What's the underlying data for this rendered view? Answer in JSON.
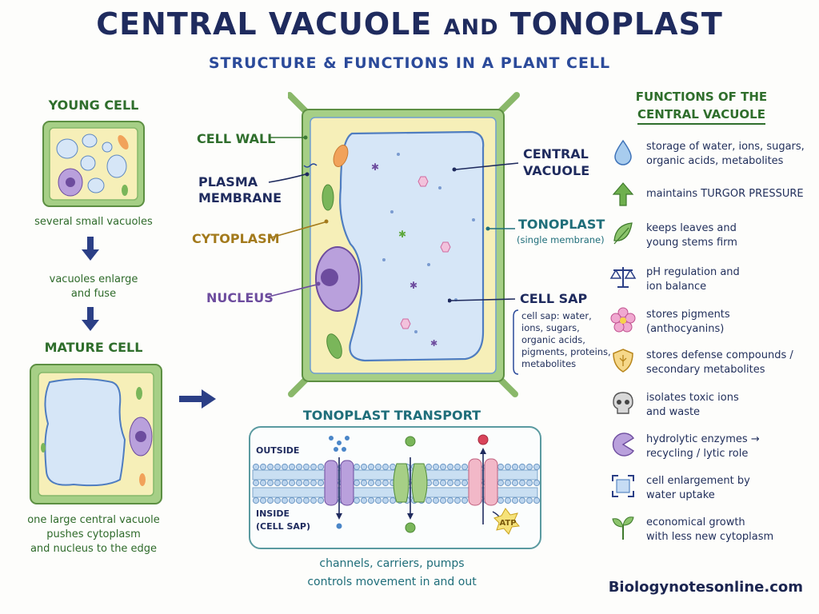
{
  "title": {
    "part1": "CENTRAL VACUOLE",
    "part2": "AND",
    "part3": "TONOPLAST"
  },
  "subtitle": "STRUCTURE & FUNCTIONS IN A PLANT CELL",
  "development": {
    "young_title": "YOUNG CELL",
    "young_caption": "several small vacuoles",
    "step_caption": [
      "vacuoles enlarge",
      "and fuse"
    ],
    "mature_title": "MATURE CELL",
    "mature_caption": [
      "one large central vacuole",
      "pushes cytoplasm",
      "and nucleus to the edge"
    ]
  },
  "labels": {
    "cell_wall": "CELL WALL",
    "plasma_membrane": [
      "PLASMA",
      "MEMBRANE"
    ],
    "cytoplasm": "CYTOPLASM",
    "nucleus": "NUCLEUS",
    "central_vacuole": [
      "CENTRAL",
      "VACUOLE"
    ],
    "tonoplast": "TONOPLAST",
    "tonoplast_note": "(single membrane)",
    "cell_sap": "CELL SAP",
    "cell_sap_note": [
      "cell sap: water,",
      "ions, sugars,",
      "organic acids,",
      "pigments, proteins,",
      "metabolites"
    ]
  },
  "transport": {
    "title": "TONOPLAST TRANSPORT",
    "outside": "OUTSIDE",
    "inside": [
      "INSIDE",
      "(CELL SAP)"
    ],
    "atp": "ATP",
    "caption": [
      "channels, carriers, pumps",
      "controls movement in and out"
    ]
  },
  "functions": {
    "title": [
      "FUNCTIONS OF THE",
      "CENTRAL VACUOLE"
    ],
    "items": [
      {
        "icon": "water-drop-icon",
        "lines": [
          "storage of water, ions, sugars,",
          "organic acids, metabolites"
        ]
      },
      {
        "icon": "up-arrow-icon",
        "lines": [
          "maintains TURGOR PRESSURE"
        ]
      },
      {
        "icon": "leaf-icon",
        "lines": [
          "keeps leaves and",
          "young stems firm"
        ]
      },
      {
        "icon": "balance-scale-icon",
        "lines": [
          "pH regulation and",
          "ion balance"
        ]
      },
      {
        "icon": "flower-icon",
        "lines": [
          "stores pigments",
          "(anthocyanins)"
        ]
      },
      {
        "icon": "shield-icon",
        "lines": [
          "stores defense compounds /",
          "secondary metabolites"
        ]
      },
      {
        "icon": "skull-icon",
        "lines": [
          "isolates toxic ions",
          "and waste"
        ]
      },
      {
        "icon": "pacman-enzyme-icon",
        "lines": [
          "hydrolytic enzymes →",
          "recycling / lytic role"
        ]
      },
      {
        "icon": "expand-arrows-icon",
        "lines": [
          "cell enlargement by",
          "water uptake"
        ]
      },
      {
        "icon": "seedling-icon",
        "lines": [
          "economical growth",
          "with less new cytoplasm"
        ]
      }
    ]
  },
  "website": "Biologynotesonline.com",
  "colors": {
    "navy": "#1f2b5e",
    "green": "#2f6e2c",
    "wall": "#8ab86a",
    "cytoplasm": "#f6efb8",
    "vacuole": "#d6e6f7",
    "nucleus": "#9b7cc4"
  }
}
